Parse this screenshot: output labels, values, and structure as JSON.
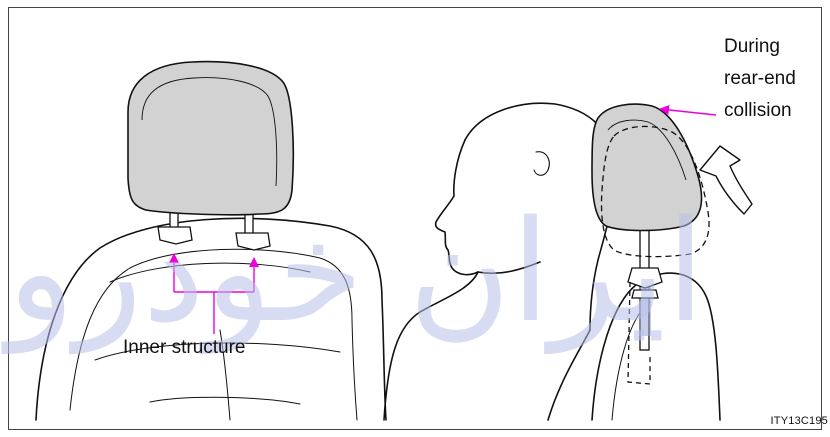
{
  "labels": {
    "inner_structure": "Inner structure",
    "during_line1": "During",
    "during_line2": "rear-end",
    "during_line3": "collision",
    "code": "ITY13C195"
  },
  "watermark": {
    "text": "ایران خودرو"
  },
  "colors": {
    "arrow_magenta": "#ee00dd",
    "headrest_fill": "#d2d2d2",
    "line": "#111111",
    "border": "#444444",
    "watermark": "#b7c0ea"
  }
}
